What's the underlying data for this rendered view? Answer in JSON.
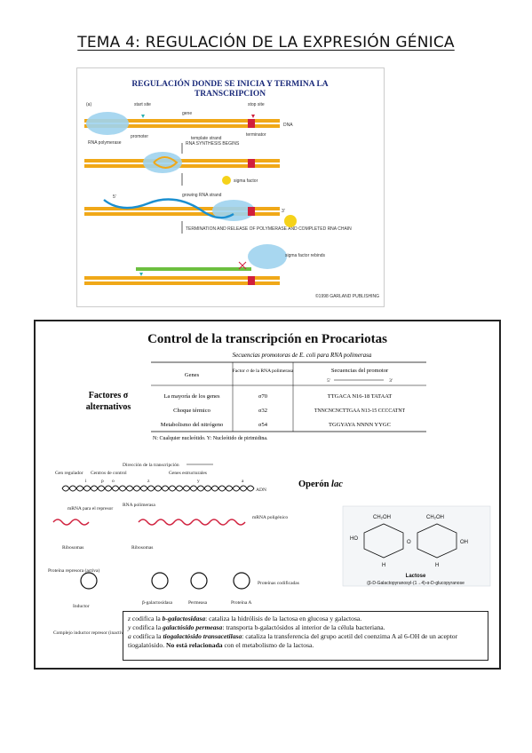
{
  "page": {
    "title": "TEMA 4: REGULACIÓN DE LA EXPRESIÓN GÉNICA"
  },
  "figure1": {
    "heading_line1": "REGULACIÓN DONDE SE INICIA Y TERMINA LA",
    "heading_line2": "TRANSCRIPCION",
    "panel_letter": "(a)",
    "labels": {
      "start_site": "start site",
      "gene": "gene",
      "stop_site": "stop site",
      "dna": "DNA",
      "rna_polymerase": "RNA polymerase",
      "promoter": "promoter",
      "template_strand": "template strand",
      "terminator": "terminator",
      "rna_synthesis": "RNA SYNTHESIS BEGINS",
      "sigma_factor": "sigma factor",
      "growing_rna": "growing RNA strand",
      "termination": "TERMINATION AND RELEASE OF POLYMERASE AND COMPLETED RNA CHAIN",
      "sigma_rebinds": "sigma factor rebinds",
      "five_prime": "5'",
      "three_prime": "3'",
      "credit": "©1998 GARLAND PUBLISHING"
    },
    "colors": {
      "dna": "#f0a818",
      "rna": "#1b8fd0",
      "polymerase": "#9fd3ee",
      "sigma": "#f5d21a",
      "stop": "#d01f3c",
      "start": "#2bb0b0",
      "rna_green": "#6cbf3f"
    }
  },
  "figure2": {
    "heading": "Control de la transcripción en Procariotas",
    "table_caption": "Secuencias promotoras de E. coli para RNA polimerasa",
    "side_label_line1": "Factores σ",
    "side_label_line2": "alternativos",
    "table": {
      "headers": [
        "Genes",
        "Factor σ de la RNA polimerasa",
        "Secuencias del promotor"
      ],
      "direction": {
        "from": "5'",
        "to": "3'"
      },
      "rows": [
        [
          "La mayoría de los genes",
          "σ70",
          "TTGACA N16-18 TATAAT"
        ],
        [
          "Choque térmico",
          "σ32",
          "TNNCNCNCTTGAA N13-15 CCCCATNT"
        ],
        [
          "Metabolismo del nitrógeno",
          "σ54",
          "TGGYAYA NNNN YYGC"
        ]
      ],
      "footnote": "N: Cualquier nucleótido. Y: Nucleótido de pirimidina."
    },
    "operon": {
      "title_prefix": "Operón ",
      "title_italic": "lac",
      "direction_label": "Dirección de la transcripción",
      "gen_regulador": "Gen regulador",
      "centros_control": "Centros de control",
      "genes_estructurales": "Genes estructurales",
      "gene_letters": [
        "i",
        "p",
        "o",
        "z",
        "y",
        "a"
      ],
      "adn": "ADN",
      "mrna_left": "mRNA para el represor",
      "rna_polimerasa": "RNA polimerasa",
      "mrna_right": "mRNA poligénico",
      "ribosomas": "Ribosomas",
      "proteina_represora": "Proteína represora (activa)",
      "inductor": "Inductor",
      "complejo": "Complejo inductor represor (inactivo)",
      "beta_gal": "β-galactosidasa",
      "permeasa": "Permeasa",
      "proteina_a": "Proteína A",
      "proteinas_codificadas": "Proteínas codificadas"
    },
    "lactose": {
      "caption": "Lactose",
      "systematic": "(β-D-Galactopyranosyl-(1→4)-α-D-glucopyranose",
      "ch2oh": "CH₂OH",
      "oh": "OH",
      "h": "H",
      "ho": "HO",
      "o": "O"
    },
    "definitions": [
      {
        "letter": "z",
        "pre": " codifica la ",
        "term": "b-galactosidasa",
        "post": ": cataliza la hidrólisis de la lactosa en glucosa y galactosa."
      },
      {
        "letter": "y",
        "pre": " codifica la ",
        "term": "galactósido permeasa",
        "post": ": transporta b-galactósidos al interior de la célula bacteriana."
      },
      {
        "letter": "a",
        "pre": " codifica la ",
        "term": "tiogalactósido transacetilasa",
        "post": ": cataliza la transferencia del grupo acetil del coenzima A al 6-OH de un aceptor tiogalatósido. ",
        "strong": "No está relacionada",
        "tail": " con el metabolismo de la lactosa."
      }
    ]
  }
}
